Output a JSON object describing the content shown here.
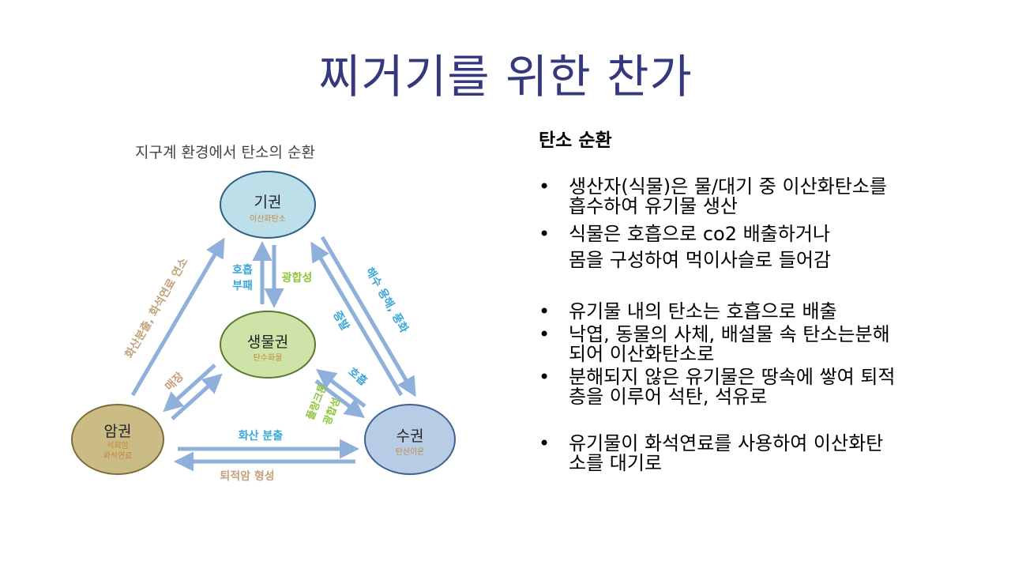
{
  "slide": {
    "title": "찌거기를 위한 찬가"
  },
  "diagram": {
    "title": "지구계 환경에서 탄소의 순환",
    "nodes": {
      "atmosphere": {
        "name": "기권",
        "sub": "이산화탄소",
        "fill": "#bcdfe9"
      },
      "biosphere": {
        "name": "생물권",
        "sub": "탄수화물",
        "fill": "#cfe3a9"
      },
      "geosphere": {
        "name": "암권",
        "sub1": "석회암",
        "sub2": "화석연료",
        "fill": "#cbbb85"
      },
      "hydrosphere": {
        "name": "수권",
        "sub": "탄산이온",
        "fill": "#b7cde6"
      }
    },
    "labels": {
      "respiration_decay_1": "호흡",
      "respiration_decay_2": "부패",
      "photosynthesis": "광합성",
      "volcano_fossil": "화산분출, 화석연료 연소",
      "dissolution": "해수 용해, 풍화",
      "evaporation": "증발",
      "burial": "매장",
      "respiration": "호흡",
      "plankton_1": "플랑크톤",
      "plankton_2": "광합성",
      "volcano_eruption": "화산 분출",
      "sedimentary_rock": "퇴적암 형성"
    },
    "colors": {
      "arrow": "#8fb0db",
      "label_blue": "#3aa6d9",
      "label_green": "#8fc43a",
      "label_tan": "#c3a27d"
    }
  },
  "side": {
    "heading": "탄소 순환",
    "bullets": [
      {
        "mark": "•",
        "lines": [
          "생산자(식물)은 물/대기 중 이산화탄소를",
          "흡수하여 유기물 생산"
        ]
      },
      {
        "mark": "•",
        "lines": [
          "식물은 호흡으로 co2 배출하거나"
        ]
      },
      {
        "mark": "",
        "lines": [
          "몸을 구성하여 먹이사슬로 들어감"
        ]
      },
      {
        "mark": "•",
        "lines": [
          "유기물 내의 탄소는 호흡으로 배출"
        ]
      },
      {
        "mark": "•",
        "lines": [
          "낙엽, 동물의 사체, 배설물 속 탄소는분해",
          "되어 이산화탄소로"
        ]
      },
      {
        "mark": "•",
        "lines": [
          "분해되지 않은 유기물은 땅속에 쌓여 퇴적",
          "층을 이루어 석탄, 석유로"
        ]
      },
      {
        "mark": "•",
        "lines": [
          "유기물이 화석연료를 사용하여  이산화탄",
          "소를 대기로"
        ]
      }
    ]
  }
}
